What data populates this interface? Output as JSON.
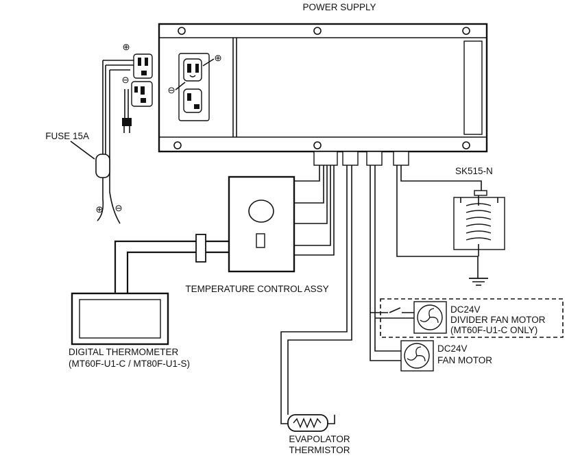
{
  "labels": {
    "power_supply": "POWER SUPPLY",
    "fuse": "FUSE 15A",
    "sk515": "SK515-N",
    "temp_control": "TEMPERATURE CONTROL ASSY",
    "digital_thermometer": "DIGITAL THERMOMETER",
    "digital_thermometer_models": "(MT60F-U1-C / MT80F-U1-S)",
    "divider_fan_voltage": "DC24V",
    "divider_fan_name": "DIVIDER FAN MOTOR",
    "divider_fan_models": "(MT60F-U1-C ONLY)",
    "fan_voltage": "DC24V",
    "fan_name": "FAN MOTOR",
    "evap_line1": "EVAPOLATOR",
    "evap_line2": "THERMISTOR"
  },
  "symbols": {
    "plus": "⊕",
    "minus": "⊖"
  }
}
